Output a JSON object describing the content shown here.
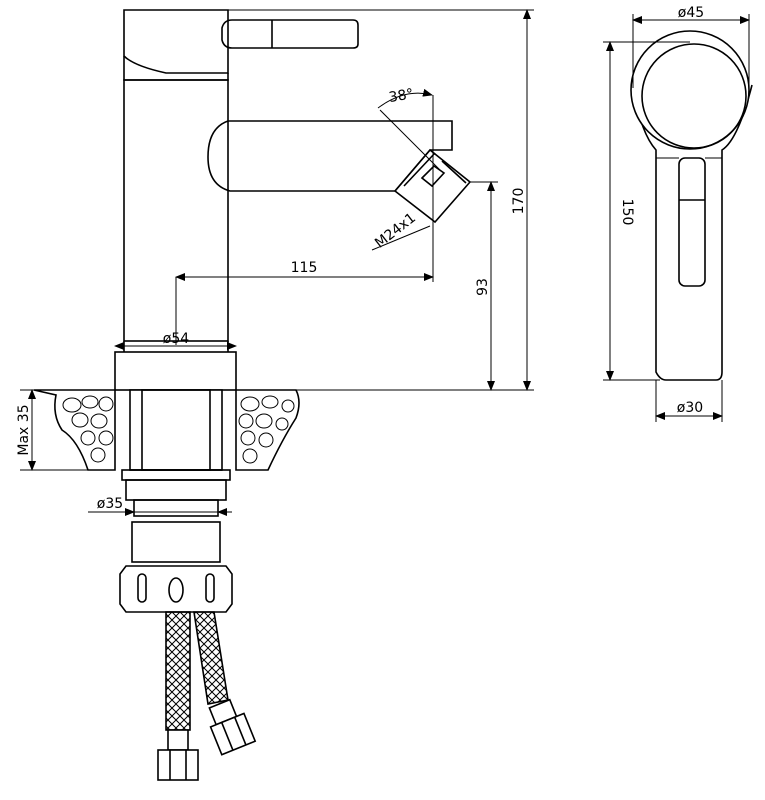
{
  "dimensions": {
    "height_total": "170",
    "spout_height": "93",
    "spout_reach": "115",
    "spout_angle": "38°",
    "aerator_thread": "M24x1",
    "body_diameter": "ø54",
    "deck_thickness": "Max 35",
    "mount_shank": "ø35",
    "top_diameter": "ø45",
    "side_height": "150",
    "side_base_diameter": "ø30"
  },
  "colors": {
    "line": "#000000",
    "background": "#ffffff"
  }
}
